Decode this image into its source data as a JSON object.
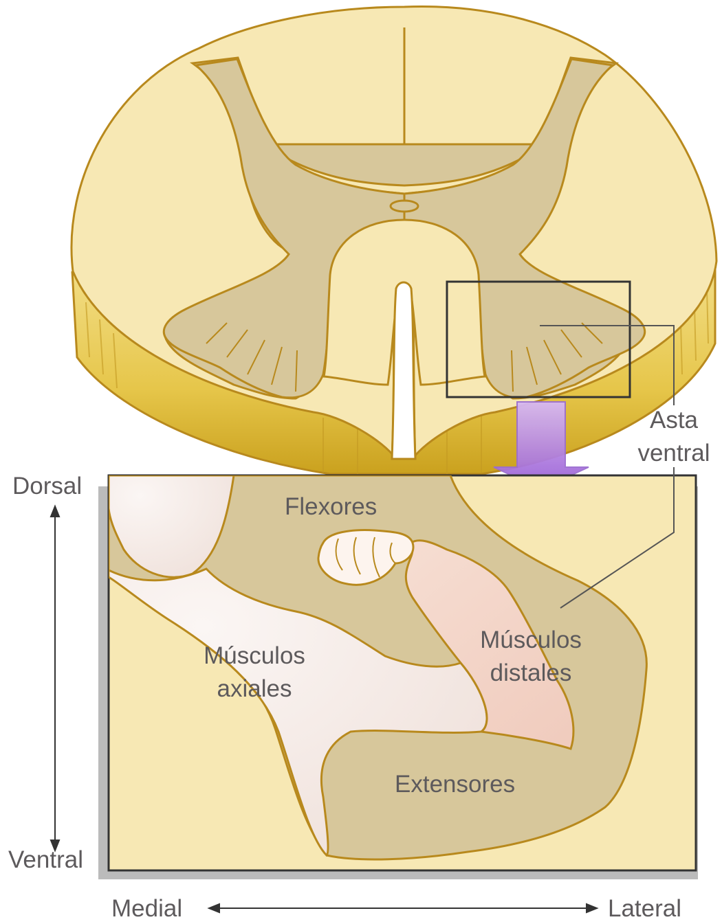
{
  "labels": {
    "asta_ventral_line1": "Asta",
    "asta_ventral_line2": "ventral",
    "dorsal": "Dorsal",
    "ventral": "Ventral",
    "medial": "Medial",
    "lateral": "Lateral",
    "flexores": "Flexores",
    "extensores": "Extensores",
    "musculos_axiales_line1": "Músculos",
    "musculos_axiales_line2": "axiales",
    "musculos_distales_line1": "Músculos",
    "musculos_distales_line2": "distales"
  },
  "colors": {
    "white_matter": "#f7e8b4",
    "gray_matter": "#d7c79b",
    "outline": "#b8891d",
    "side_band": "#e8cf5a",
    "arrow": "#b27fe0",
    "label_text": "#5d5a5c",
    "axial_region": "#f2e6e4",
    "distal_region": "#f3d6c9"
  }
}
